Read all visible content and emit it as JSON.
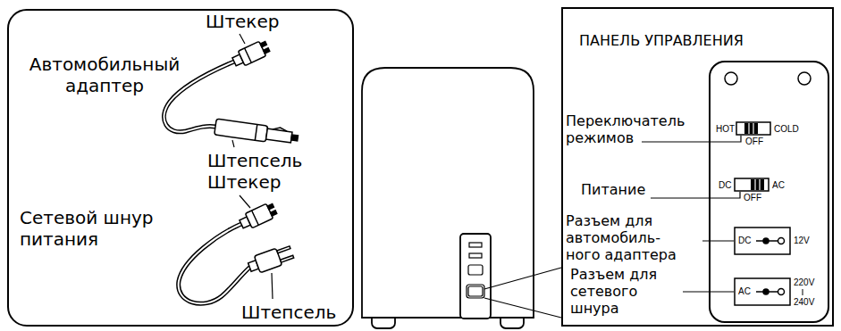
{
  "diagram": {
    "nodes": [
      {
        "text": [
          "Штекер",
          "Автомобильный адаптер",
          "Штепсель",
          "Штекер",
          "Сетевой шнур питания",
          "Штепсель"
        ]
      },
      {
        "text": [
          "ПАНЕЛЬ УПРАВЛЕНИЯ",
          "Переключатель режимов",
          "Питание",
          "Разъем для автомобиль- ного адаптера",
          "Разъем для сетевого шнура"
        ]
      },
      {
        "text": [
          "HOT",
          "COLD",
          "OFF",
          "DC",
          "AC",
          "OFF",
          "DC",
          "12V",
          "AC",
          "220V",
          "240V"
        ],
        "in": 1
      }
    ]
  }
}
